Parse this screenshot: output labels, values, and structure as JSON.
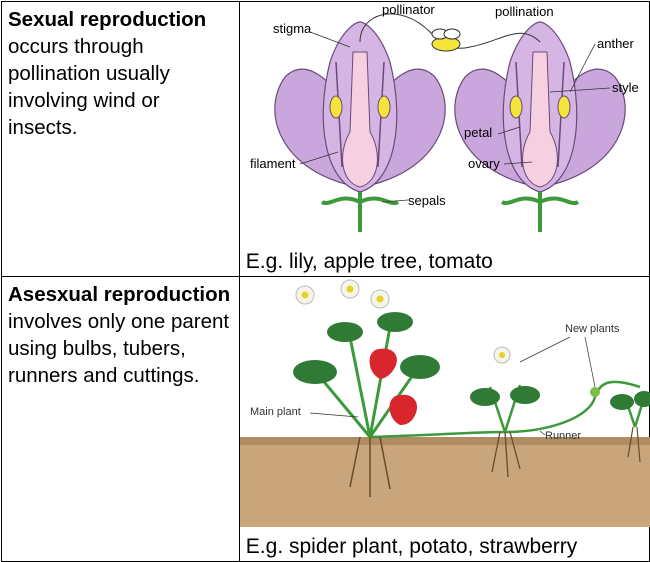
{
  "rows": [
    {
      "title": "Sexual reproduction",
      "description": "occurs through pollination usually involving wind or insects.",
      "caption": "E.g. lily, apple tree, tomato",
      "labels": {
        "pollinator": "pollinator",
        "pollination": "pollination",
        "stigma": "stigma",
        "anther": "anther",
        "style": "style",
        "petal": "petal",
        "filament": "filament",
        "ovary": "ovary",
        "sepals": "sepals"
      }
    },
    {
      "title": "Asesxual reproduction",
      "description": "involves only one parent using bulbs, tubers, runners and cuttings.",
      "caption": "E.g. spider plant, potato, strawberry",
      "labels": {
        "new_plants": "New plants",
        "main_plant": "Main plant",
        "runner": "Runner"
      }
    }
  ],
  "colors": {
    "petal": "#c9a6dc",
    "ovary": "#f6cfe0",
    "anther": "#f3e53a",
    "stem": "#3d9a3a",
    "soil": "#c9a57c",
    "strawberry": "#d8262c",
    "leaf": "#2f7a35"
  }
}
